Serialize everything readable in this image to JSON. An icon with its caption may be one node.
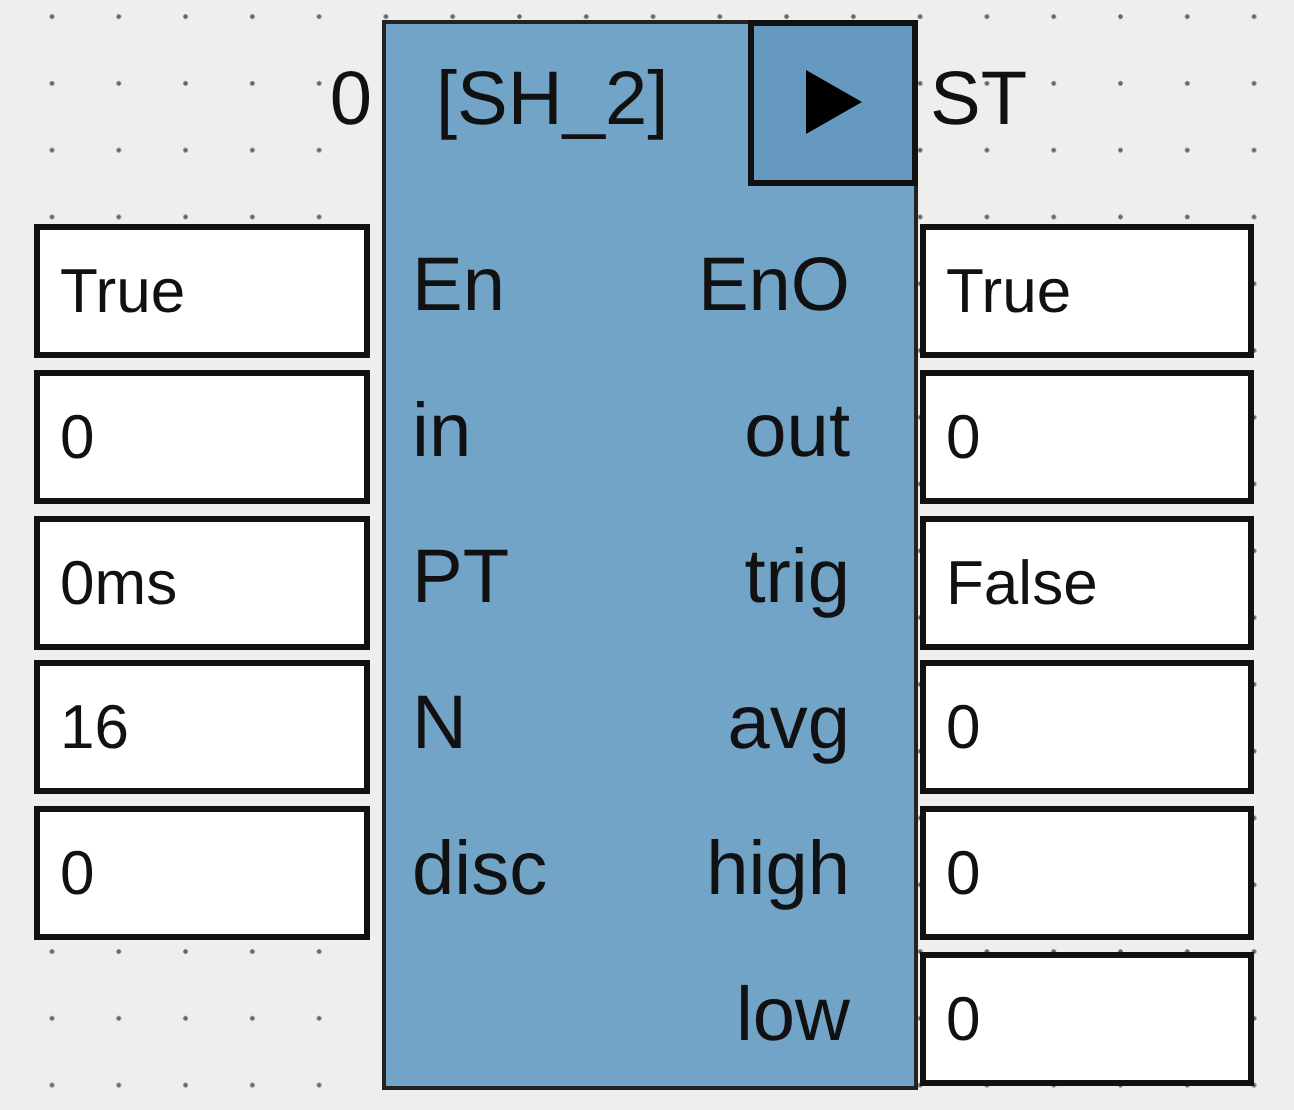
{
  "diagram": {
    "nodes": [
      {
        "text": [
          "[SH_2]",
          "En",
          "EnO",
          "in",
          "out",
          "PT",
          "trig",
          "N",
          "avg",
          "disc",
          "high",
          "low"
        ],
        "beside": [
          "0",
          "ST"
        ]
      },
      {
        "text": [
          "True"
        ]
      },
      {
        "text": [
          "True"
        ]
      },
      {
        "text": [
          "0"
        ]
      },
      {
        "text": [
          "0"
        ]
      },
      {
        "text": [
          "0ms"
        ]
      },
      {
        "text": [
          "False"
        ]
      },
      {
        "text": [
          "16"
        ]
      },
      {
        "text": [
          "0"
        ]
      },
      {
        "text": [
          "0"
        ]
      },
      {
        "text": [
          "0"
        ]
      },
      {
        "text": [
          "0"
        ]
      }
    ]
  }
}
